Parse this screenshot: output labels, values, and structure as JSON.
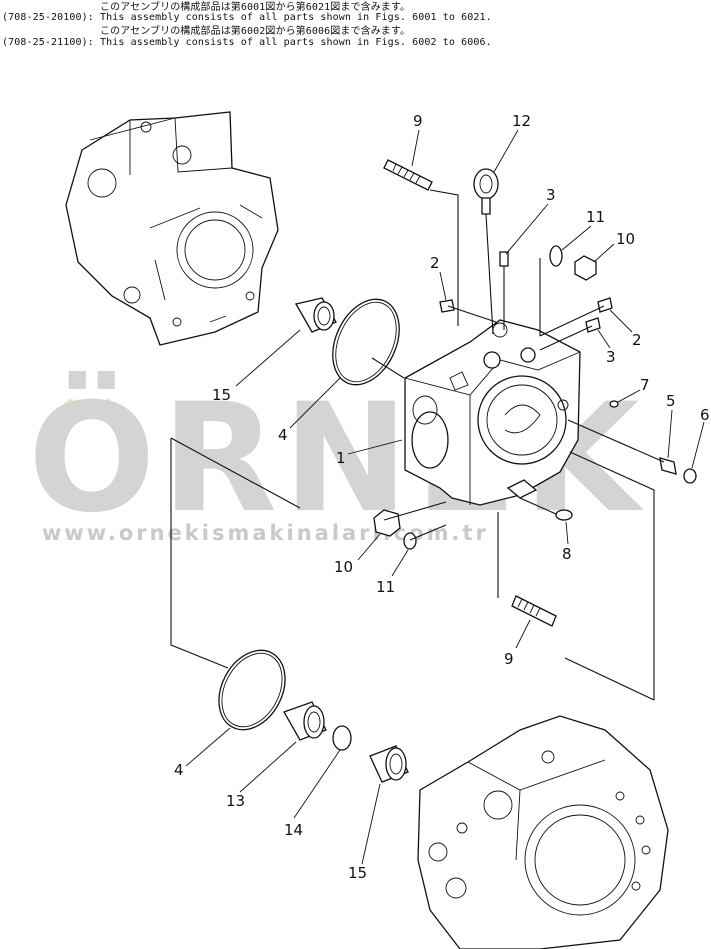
{
  "header": {
    "line1_jp": "このアセンブリの構成部品は第6001図から第6021図まで含みます。",
    "line1_code": "(708-25-20100):",
    "line1_en": "This assembly consists of all parts shown in Figs. 6001 to 6021.",
    "line2_jp": "このアセンブリの構成部品は第6002図から第6006図まで含みます。",
    "line2_code": "(708-25-21100):",
    "line2_en": "This assembly consists of all parts shown in Figs. 6002 to 6006."
  },
  "watermark": {
    "brand": "ÖRNEK",
    "url": "www.ornekismakinalari.com.tr",
    "color": "#d4d4d4",
    "accent": "#f2e3a6"
  },
  "callouts": {
    "c9a": "9",
    "c12": "12",
    "c3a": "3",
    "c11a": "11",
    "c10a": "10",
    "c2a": "2",
    "c2b": "2",
    "c3b": "3",
    "c7": "7",
    "c5": "5",
    "c6": "6",
    "c15a": "15",
    "c4a": "4",
    "c1": "1",
    "c10b": "10",
    "c11b": "11",
    "c8": "8",
    "c9b": "9",
    "c4b": "4",
    "c13": "13",
    "c14": "14",
    "c15b": "15"
  }
}
